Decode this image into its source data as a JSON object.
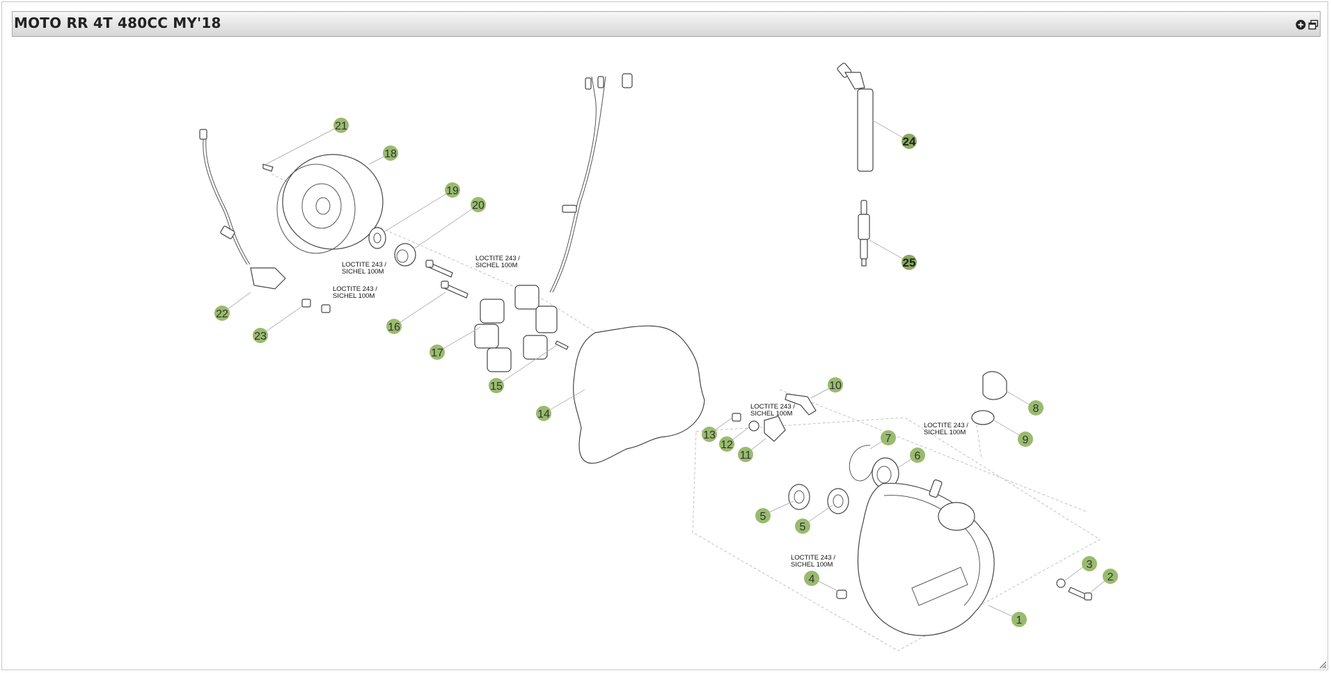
{
  "window": {
    "title": "MOTO RR 4T 480CC MY'18"
  },
  "toolbar": {
    "zoom_icon": "plus-circle-icon",
    "copy_icon": "windows-icon"
  },
  "notes": {
    "loctite_line1": "LOCTITE 243 /",
    "loctite_line2": "SICHEL 100M"
  },
  "parts": [
    {
      "n": "1"
    },
    {
      "n": "2"
    },
    {
      "n": "3"
    },
    {
      "n": "4"
    },
    {
      "n": "5"
    },
    {
      "n": "5"
    },
    {
      "n": "6"
    },
    {
      "n": "7"
    },
    {
      "n": "8"
    },
    {
      "n": "9"
    },
    {
      "n": "10"
    },
    {
      "n": "11"
    },
    {
      "n": "12"
    },
    {
      "n": "13"
    },
    {
      "n": "14"
    },
    {
      "n": "15"
    },
    {
      "n": "16"
    },
    {
      "n": "17"
    },
    {
      "n": "18"
    },
    {
      "n": "19"
    },
    {
      "n": "20"
    },
    {
      "n": "21"
    },
    {
      "n": "22"
    },
    {
      "n": "23"
    },
    {
      "n": "24"
    },
    {
      "n": "25"
    }
  ]
}
